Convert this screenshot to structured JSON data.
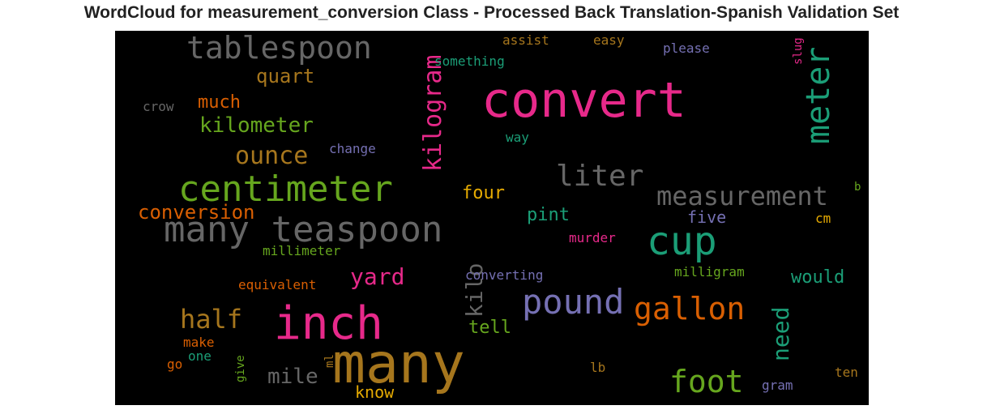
{
  "title": "WordCloud for measurement_conversion Class - Processed Back Translation-Spanish Validation Set",
  "palette": {
    "pink": "#e7298a",
    "teal": "#1b9e77",
    "green": "#66a61e",
    "orange": "#d95f02",
    "gold": "#e6ab02",
    "brown": "#a6761d",
    "purple": "#7570b3",
    "gray": "#666666"
  },
  "words": [
    {
      "text": "convert",
      "color": "pink"
    },
    {
      "text": "many",
      "color": "brown"
    },
    {
      "text": "inch",
      "color": "pink"
    },
    {
      "text": "many teaspoon",
      "color": "gray"
    },
    {
      "text": "centimeter",
      "color": "green"
    },
    {
      "text": "cup",
      "color": "teal"
    },
    {
      "text": "tablespoon",
      "color": "gray"
    },
    {
      "text": "pound",
      "color": "purple"
    },
    {
      "text": "gallon",
      "color": "orange"
    },
    {
      "text": "meter",
      "color": "teal"
    },
    {
      "text": "foot",
      "color": "green"
    },
    {
      "text": "liter",
      "color": "gray"
    },
    {
      "text": "measurement",
      "color": "gray"
    },
    {
      "text": "kilogram",
      "color": "pink"
    },
    {
      "text": "ounce",
      "color": "brown"
    },
    {
      "text": "kilometer",
      "color": "green"
    },
    {
      "text": "half",
      "color": "brown"
    },
    {
      "text": "conversion",
      "color": "orange"
    },
    {
      "text": "yard",
      "color": "pink"
    },
    {
      "text": "kilo",
      "color": "gray"
    },
    {
      "text": "need",
      "color": "teal"
    },
    {
      "text": "mile",
      "color": "gray"
    },
    {
      "text": "quart",
      "color": "brown"
    },
    {
      "text": "much",
      "color": "orange"
    },
    {
      "text": "four",
      "color": "gold"
    },
    {
      "text": "pint",
      "color": "teal"
    },
    {
      "text": "five",
      "color": "purple"
    },
    {
      "text": "would",
      "color": "teal"
    },
    {
      "text": "tell",
      "color": "green"
    },
    {
      "text": "know",
      "color": "gold"
    },
    {
      "text": "something",
      "color": "teal"
    },
    {
      "text": "assist",
      "color": "brown"
    },
    {
      "text": "easy",
      "color": "brown"
    },
    {
      "text": "please",
      "color": "purple"
    },
    {
      "text": "slug",
      "color": "pink"
    },
    {
      "text": "crow",
      "color": "gray"
    },
    {
      "text": "change",
      "color": "purple"
    },
    {
      "text": "way",
      "color": "teal"
    },
    {
      "text": "b",
      "color": "green"
    },
    {
      "text": "cm",
      "color": "gold"
    },
    {
      "text": "murder",
      "color": "pink"
    },
    {
      "text": "millimeter",
      "color": "green"
    },
    {
      "text": "converting",
      "color": "purple"
    },
    {
      "text": "milligram",
      "color": "green"
    },
    {
      "text": "equivalent",
      "color": "orange"
    },
    {
      "text": "make",
      "color": "orange"
    },
    {
      "text": "one",
      "color": "teal"
    },
    {
      "text": "go",
      "color": "orange"
    },
    {
      "text": "give",
      "color": "green"
    },
    {
      "text": "ml",
      "color": "brown"
    },
    {
      "text": "lb",
      "color": "brown"
    },
    {
      "text": "gram",
      "color": "purple"
    },
    {
      "text": "ten",
      "color": "brown"
    }
  ]
}
